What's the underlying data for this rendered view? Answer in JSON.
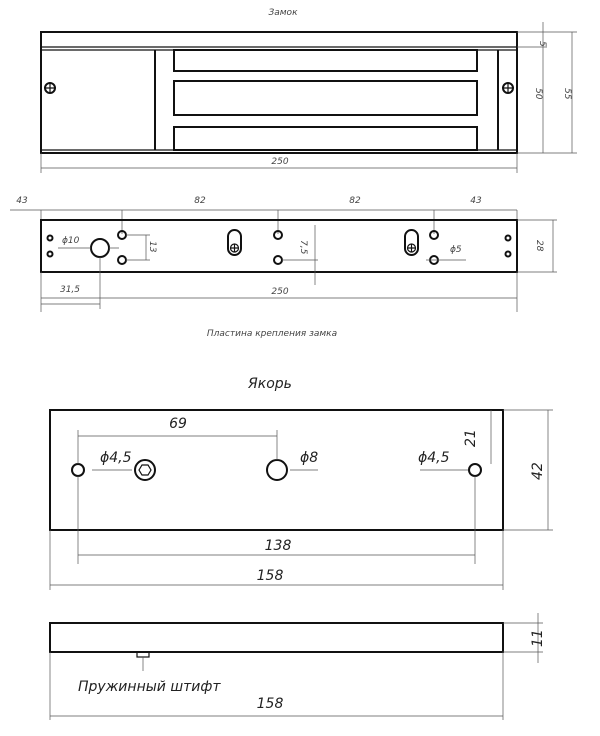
{
  "lock": {
    "title": "Замок",
    "dim_top": "5",
    "dim_body": "50",
    "dim_height": "55",
    "dim_length": "250"
  },
  "plate": {
    "title": "Пластина крепления замка",
    "dim_43_left": "43",
    "dim_82_left": "82",
    "dim_82_right": "82",
    "dim_43_right": "43",
    "dia_10": "ϕ10",
    "dim_13": "13",
    "dim_7_5": "7,5",
    "dia_5": "ϕ5",
    "dim_28": "28",
    "dim_31_5": "31,5",
    "dim_length": "250"
  },
  "armature": {
    "title": "Якорь",
    "dim_69": "69",
    "dia_4_5_left": "ϕ4,5",
    "dia_8": "ϕ8",
    "dia_4_5_right": "ϕ4,5",
    "dim_21": "21",
    "dim_42": "42",
    "dim_138": "138",
    "dim_158": "158"
  },
  "side": {
    "pin_label": "Пружинный штифт",
    "dim_11": "11",
    "dim_158": "158"
  }
}
